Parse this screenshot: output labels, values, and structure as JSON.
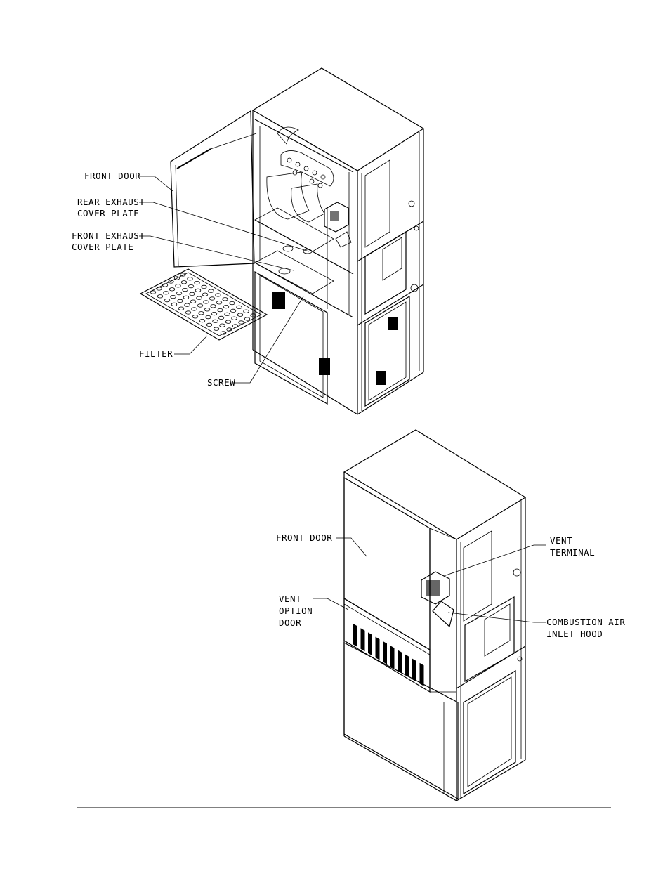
{
  "top_callouts": {
    "front_door": "FRONT DOOR",
    "rear_exhaust_line1": "REAR EXHAUST",
    "rear_exhaust_line2": "COVER PLATE",
    "front_exhaust_line1": "FRONT EXHAUST",
    "front_exhaust_line2": "COVER PLATE",
    "filter": "FILTER",
    "screw": "SCREW"
  },
  "bottom_callouts": {
    "front_door": "FRONT DOOR",
    "vent_option_line1": "VENT",
    "vent_option_line2": "OPTION",
    "vent_option_line3": "DOOR",
    "vent_terminal_line1": "VENT",
    "vent_terminal_line2": "TERMINAL",
    "combustion_line1": "COMBUSTION AIR",
    "combustion_line2": "INLET HOOD"
  }
}
